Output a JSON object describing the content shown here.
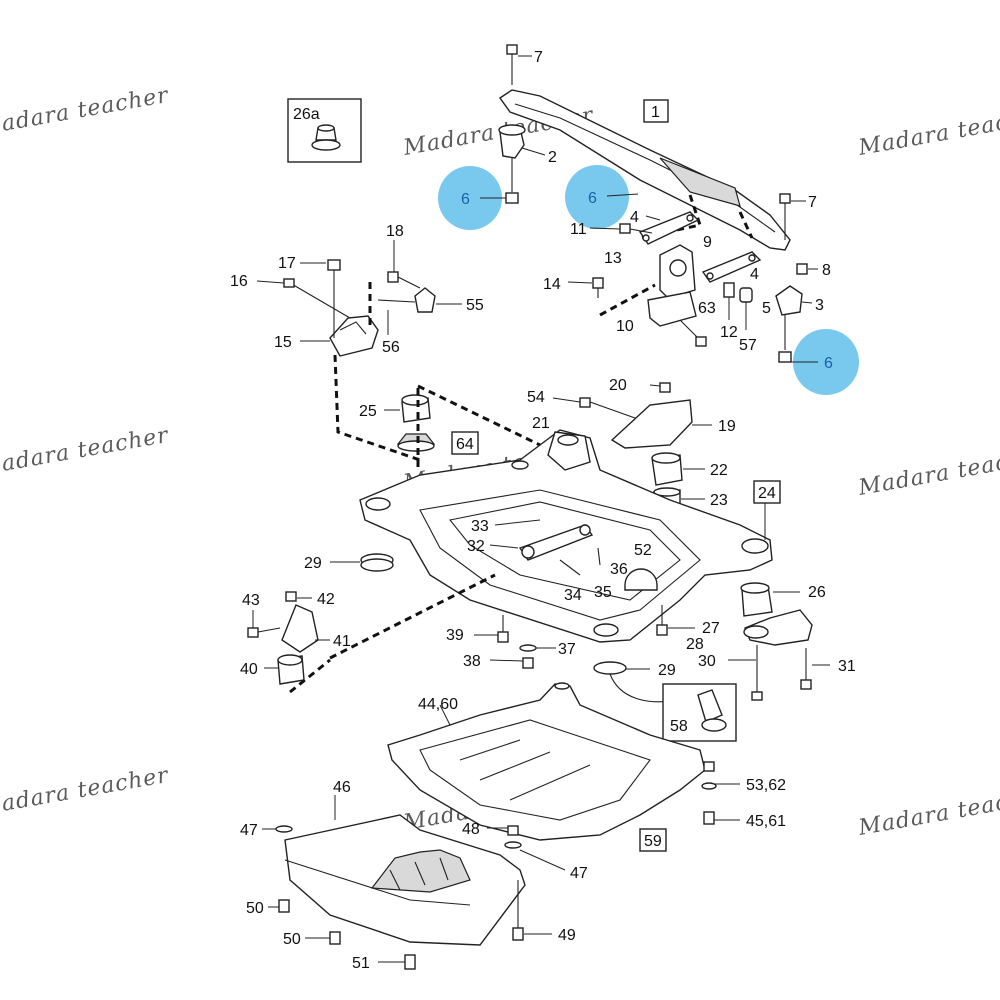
{
  "colors": {
    "callout_highlight": "#60bfea",
    "line": "#222222",
    "text": "#111111"
  },
  "watermark": {
    "text": "Madara teacher"
  },
  "boxed_labels": {
    "b1": "1",
    "b24": "24",
    "b26a": "26a",
    "b58": "58",
    "b59": "59",
    "b64": "64"
  },
  "highlighted_callouts": [
    "6",
    "6",
    "6"
  ],
  "labels": {
    "l2": "2",
    "l3": "3",
    "l4a": "4",
    "l4b": "4",
    "l5": "5",
    "l6a": "6",
    "l7a": "7",
    "l7b": "7",
    "l8": "8",
    "l9": "9",
    "l10": "10",
    "l11": "11",
    "l12": "12",
    "l13": "13",
    "l14": "14",
    "l15": "15",
    "l16": "16",
    "l17": "17",
    "l18": "18",
    "l19": "19",
    "l20": "20",
    "l21": "21",
    "l22": "22",
    "l23": "23",
    "l25": "25",
    "l26": "26",
    "l27": "27",
    "l28": "28",
    "l29a": "29",
    "l29b": "29",
    "l30": "30",
    "l31": "31",
    "l32": "32",
    "l33": "33",
    "l34": "34",
    "l35": "35",
    "l36": "36",
    "l37": "37",
    "l38": "38",
    "l39": "39",
    "l40": "40",
    "l41": "41",
    "l42": "42",
    "l43": "43",
    "l44": "44,60",
    "l45": "45,61",
    "l46": "46",
    "l47a": "47",
    "l47b": "47",
    "l48": "48",
    "l49": "49",
    "l50a": "50",
    "l50b": "50",
    "l51": "51",
    "l52": "52",
    "l53": "53,62",
    "l54": "54",
    "l55": "55",
    "l56": "56",
    "l57": "57",
    "l63": "63"
  }
}
